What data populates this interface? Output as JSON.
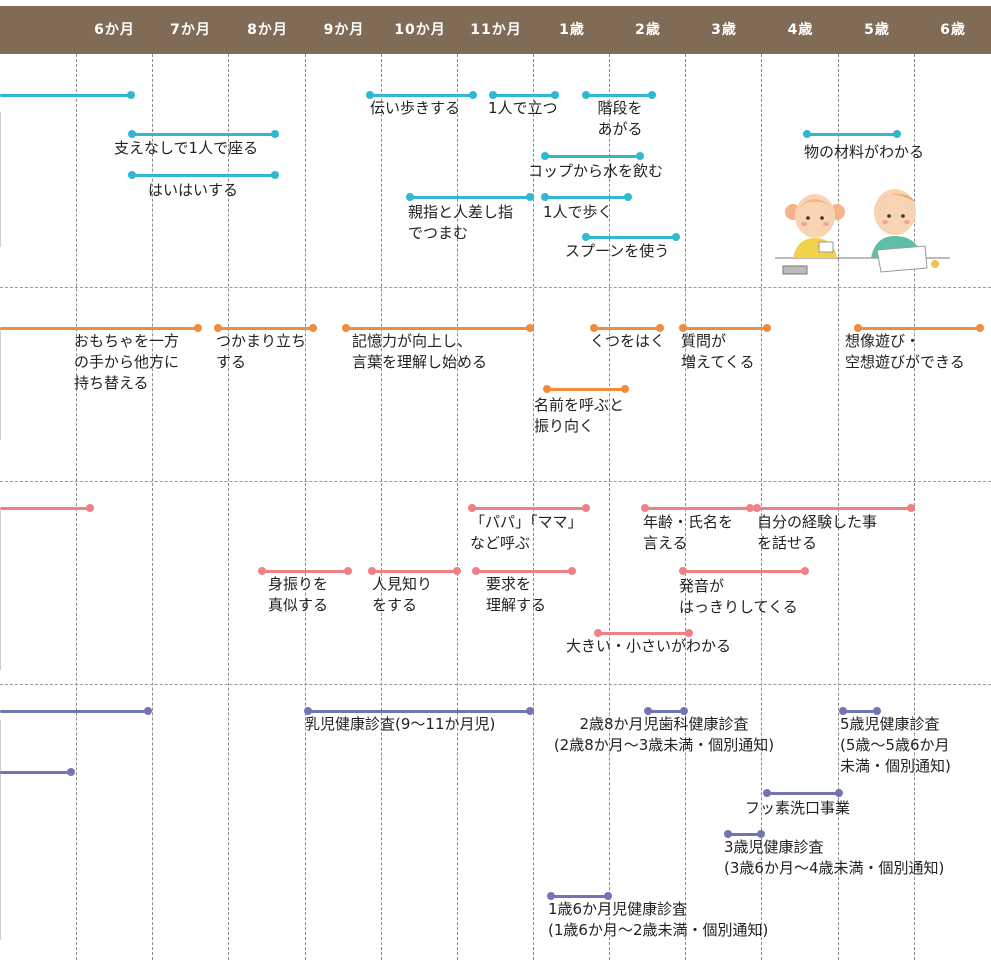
{
  "columns": [
    "6か月",
    "7か月",
    "8か月",
    "9か月",
    "10か月",
    "11か月",
    "1歳",
    "2歳",
    "3歳",
    "4歳",
    "5歳",
    "6歳"
  ],
  "colors": {
    "motor": "#2fb8d0",
    "cognitive": "#f08c3c",
    "language": "#ef8085",
    "checkup": "#7474b2",
    "header": "#806b57"
  },
  "motor": {
    "neck": "",
    "walk_along": "伝い歩きする",
    "stand": "1人で立つ",
    "stairs": "階段を\nあがる",
    "sit": "支えなしで1人で座る",
    "materials": "物の材料がわかる",
    "cup": "コップから水を飲む",
    "crawl": "はいはいする",
    "pinch": "親指と人差し指\nでつまむ",
    "walk": "1人で歩く",
    "spoon": "スプーンを使う"
  },
  "cognitive": {
    "transfer": "おもちゃを一方\nの手から他方に\n持ち替える",
    "pullup": "つかまり立ち\nする",
    "memory": "記憶力が向上し、\n言葉を理解し始める",
    "shoes": "くつをはく",
    "questions": "質問が\n増えてくる",
    "pretend": "想像遊び・\n空想遊びができる",
    "name_turn": "名前を呼ぶと\n振り向く"
  },
  "language": {
    "papa": "「パパ」「ママ」\nなど呼ぶ",
    "age_name": "年齢・氏名を\n言える",
    "experience": "自分の経験した事\nを話せる",
    "gesture": "身振りを\n真似する",
    "stranger": "人見知り\nをする",
    "request": "要求を\n理解する",
    "pronounce": "発音が\nはっきりしてくる",
    "size": "大きい・小さいがわかる"
  },
  "checkup": {
    "infant": "乳児健康診査(9〜11か月児)",
    "dental": "2歳8か月児歯科健康診査\n(2歳8か月〜3歳未満・個別通知)",
    "five": "5歳児健康診査\n(5歳〜5歳6か月\n未満・個別通知)",
    "fluoride": "フッ素洗口事業",
    "three": "3歳児健康診査\n(3歳6か月〜4歳未満・個別通知)",
    "one_half": "1歳6か月児健康診査\n(1歳6か月〜2歳未満・個別通知)"
  }
}
